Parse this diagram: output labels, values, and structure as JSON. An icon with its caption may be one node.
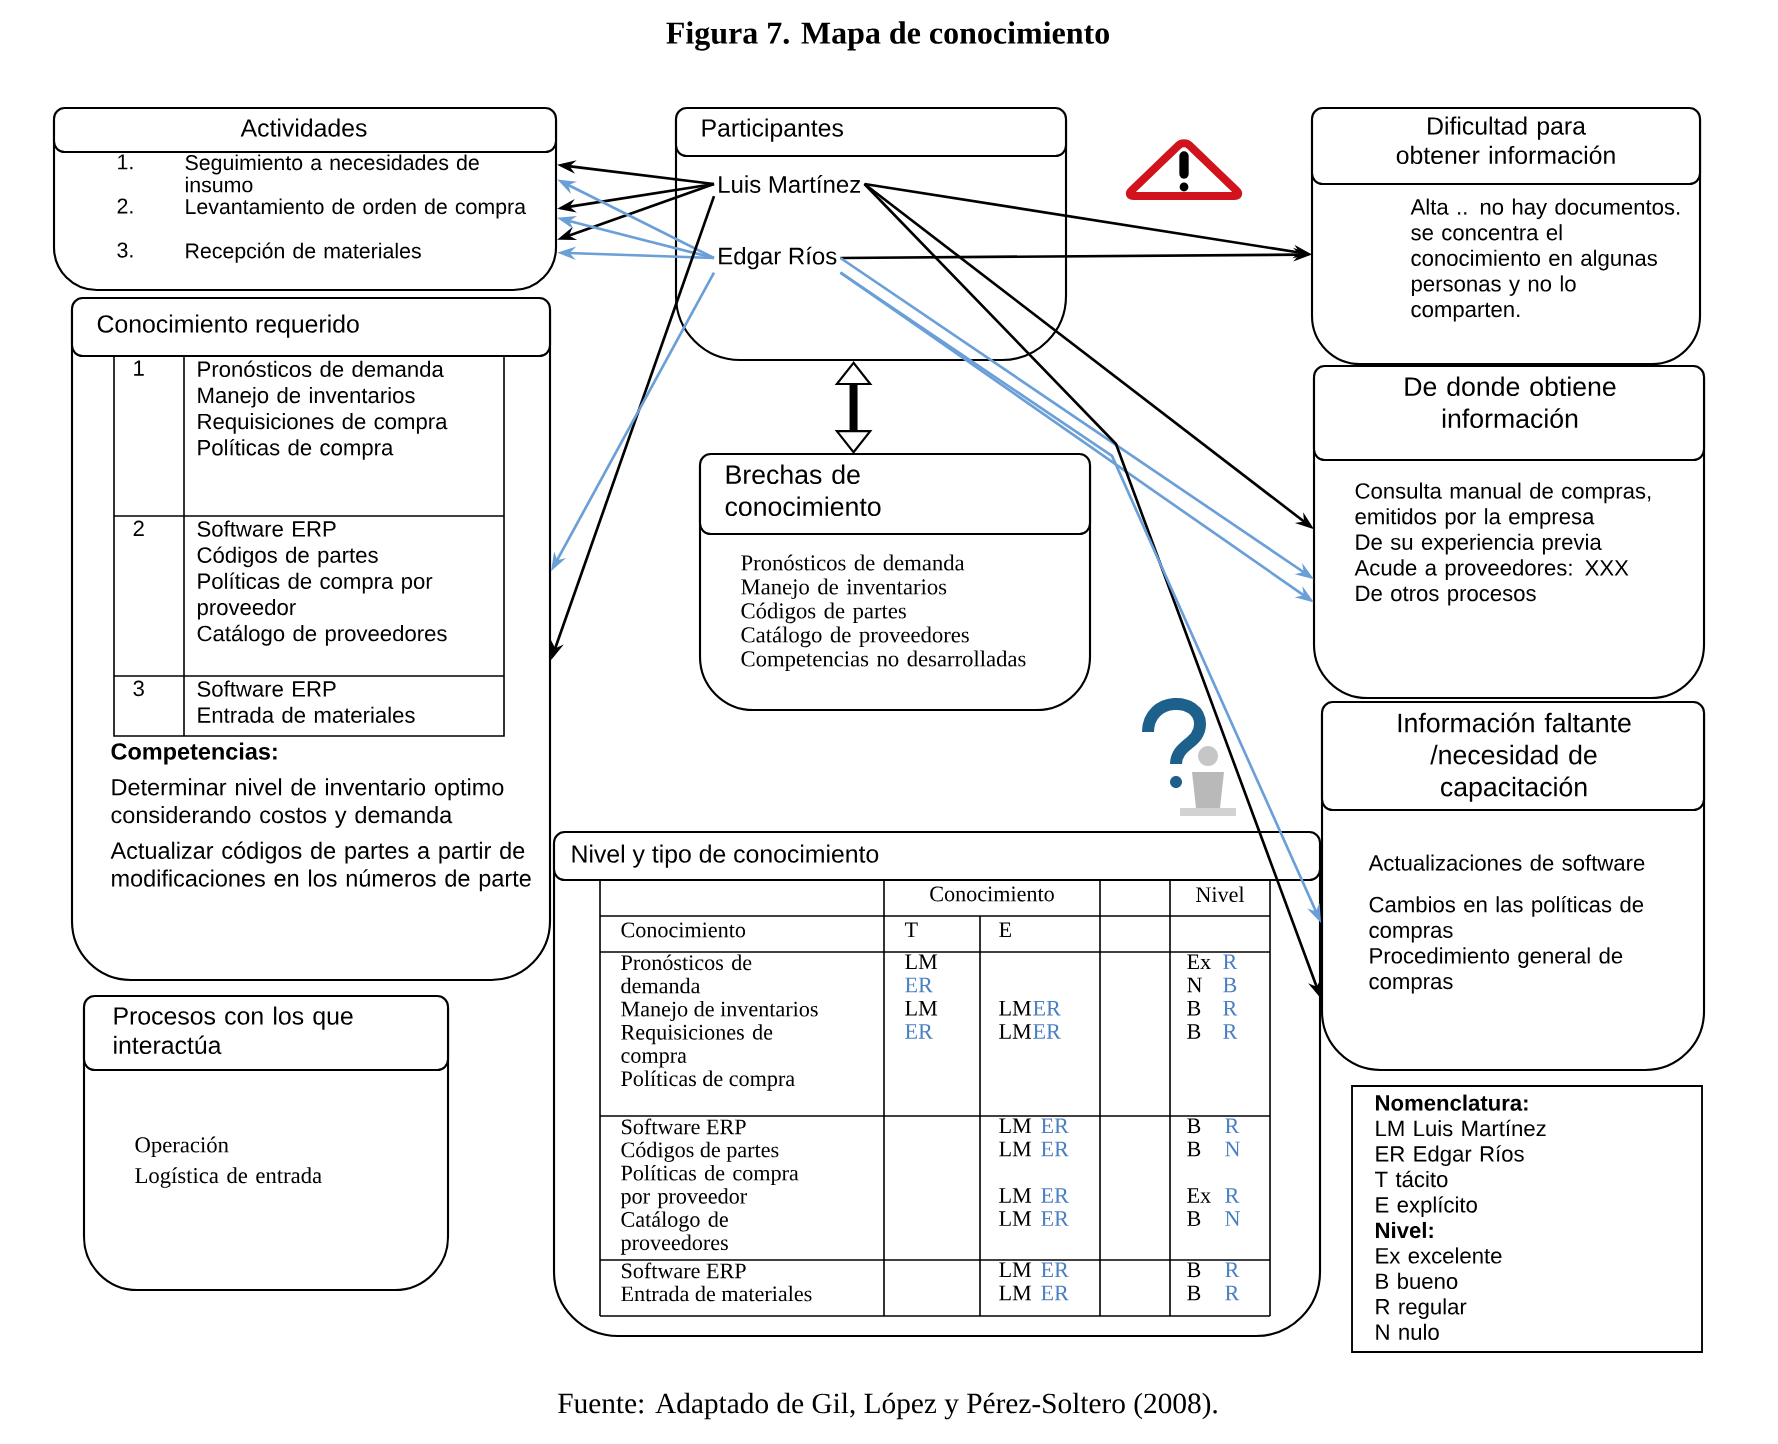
{
  "diagram": {
    "title": "Figura 7. Mapa de conocimiento",
    "caption": "Fuente: Adaptado de Gil, López y Pérez-Soltero (2008).",
    "nodes": [
      {
        "text": [
          "Actividades",
          "1.",
          "Seguimiento a necesidades de insumo",
          "2.",
          "Levantamiento de orden de compra",
          "3.",
          "Recepción de materiales"
        ]
      },
      {
        "text": [
          "Participantes"
        ]
      },
      {
        "text": [
          "Luis Martínez"
        ],
        "in": 1
      },
      {
        "text": [
          "Edgar Ríos"
        ],
        "in": 1
      },
      {
        "text": [
          "Dificultad para obtener información",
          "Alta .. no hay documentos. se concentra el conocimiento en algunas personas y no lo comparten."
        ]
      },
      {
        "text": [
          "Conocimiento requerido",
          "1",
          "Pronósticos de demanda",
          "Manejo de inventarios",
          "Requisiciones de compra",
          "Políticas de compra",
          "2",
          "Software ERP",
          "Códigos de partes",
          "Políticas de compra por proveedor",
          "Catálogo de proveedores",
          "3",
          "Software ERP",
          "Entrada de materiales",
          "Competencias:",
          "Determinar nivel de inventario optimo considerando costos y demanda",
          "Actualizar códigos de partes a partir de modificaciones en los números de parte"
        ]
      },
      {
        "text": [
          "Brechas de conocimiento",
          "Pronósticos de demanda",
          "Manejo de inventarios",
          "Códigos de partes",
          "Catálogo de proveedores",
          "Competencias no desarrolladas"
        ]
      },
      {
        "text": [
          "De donde obtiene información",
          "Consulta manual de compras, emitidos por la empresa",
          "De su experiencia previa",
          "Acude a proveedores: XXX",
          "De otros procesos"
        ]
      },
      {
        "text": [
          "Información faltante /necesidad de capacitación",
          "Actualizaciones de software",
          "Cambios en las políticas de compras",
          "Procedimiento general de compras"
        ]
      },
      {
        "text": [
          "Nivel y tipo de conocimiento",
          "Conocimiento",
          "Nivel",
          "Conocimiento",
          "T",
          "E",
          "Pronósticos de demanda",
          "Manejo de inventarios",
          "Requisiciones de compra",
          "Políticas de compra",
          "LM",
          "ER",
          "LM",
          "ER",
          "LM",
          "ER",
          "LM",
          "ER",
          "Ex",
          "R",
          "N",
          "B",
          "B",
          "R",
          "B",
          "R",
          "Software ERP",
          "Códigos de partes",
          "Políticas de compra por proveedor",
          "Catálogo de proveedores",
          "LM",
          "ER",
          "LM",
          "ER",
          "LM",
          "ER",
          "LM",
          "ER",
          "B",
          "R",
          "B",
          "N",
          "Ex",
          "R",
          "B",
          "N",
          "Software ERP",
          "Entrada de materiales",
          "LM",
          "ER",
          "LM",
          "ER",
          "B",
          "R",
          "B",
          "R"
        ]
      },
      {
        "text": [
          "Procesos con los que interactúa",
          "Operación",
          "Logística de entrada"
        ]
      },
      {
        "text": [
          "Nomenclatura:",
          "LM Luis Martínez",
          "ER Edgar Ríos",
          "T tácito",
          "E explícito",
          "Nivel:",
          "Ex excelente",
          "B bueno",
          "R regular",
          "N nulo"
        ]
      }
    ],
    "edges": [
      {
        "from": 2,
        "to": 0,
        "arrow": "to"
      },
      {
        "from": 2,
        "to": 0,
        "arrow": "to"
      },
      {
        "from": 2,
        "to": 0,
        "arrow": "to"
      },
      {
        "from": 3,
        "to": 0,
        "arrow": "to",
        "color": "#6a9fd8"
      },
      {
        "from": 3,
        "to": 0,
        "arrow": "to",
        "color": "#6a9fd8"
      },
      {
        "from": 3,
        "to": 0,
        "arrow": "to",
        "color": "#6a9fd8"
      },
      {
        "from": 2,
        "to": 5,
        "arrow": "to"
      },
      {
        "from": 3,
        "to": 5,
        "arrow": "to",
        "color": "#6a9fd8"
      },
      {
        "from": 2,
        "to": 4,
        "arrow": "to"
      },
      {
        "from": 3,
        "to": 4,
        "arrow": "to"
      },
      {
        "from": 2,
        "to": 7,
        "arrow": "to"
      },
      {
        "from": 3,
        "to": 7,
        "arrow": "to",
        "color": "#6a9fd8"
      },
      {
        "from": 3,
        "to": 7,
        "arrow": "to",
        "color": "#6a9fd8"
      },
      {
        "from": 2,
        "to": 9,
        "arrow": "to"
      },
      {
        "from": 3,
        "to": 9,
        "arrow": "to",
        "color": "#6a9fd8"
      },
      {
        "from": 1,
        "to": 6,
        "arrow": "both",
        "style": "thick"
      }
    ]
  }
}
